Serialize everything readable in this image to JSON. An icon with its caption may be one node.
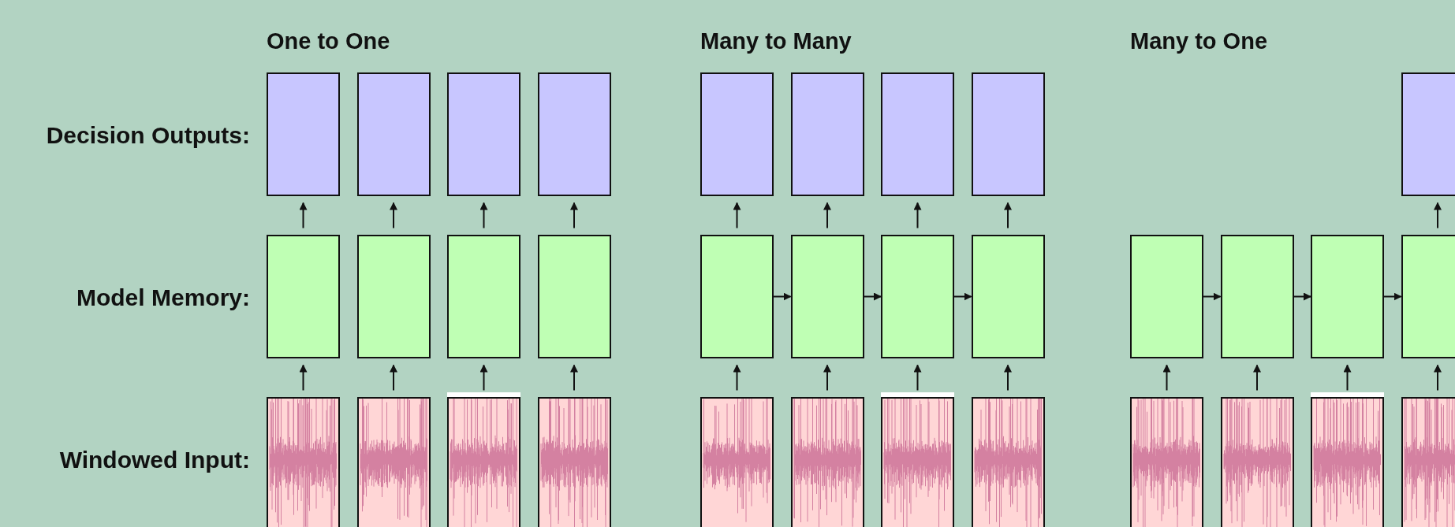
{
  "diagram": {
    "nodes": [
      {
        "text": [],
        "shape": "box"
      },
      {
        "text": [],
        "shape": "box"
      },
      {
        "text": [],
        "shape": "box"
      },
      {
        "text": [],
        "shape": "box"
      },
      {
        "text": [],
        "shape": "box"
      },
      {
        "text": [],
        "shape": "box"
      },
      {
        "text": [],
        "shape": "box"
      },
      {
        "text": [],
        "shape": "box"
      },
      {
        "text": [],
        "shape": "box"
      },
      {
        "text": [],
        "shape": "box"
      },
      {
        "text": [],
        "shape": "box"
      },
      {
        "text": [],
        "shape": "box"
      },
      {
        "text": [],
        "shape": "box"
      },
      {
        "text": [],
        "shape": "box"
      },
      {
        "text": [],
        "shape": "box"
      },
      {
        "text": [],
        "shape": "box"
      },
      {
        "text": [],
        "shape": "box"
      },
      {
        "text": [],
        "shape": "box"
      },
      {
        "text": [],
        "shape": "box"
      },
      {
        "text": [],
        "shape": "box"
      },
      {
        "text": [],
        "shape": "box"
      },
      {
        "text": [],
        "shape": "box"
      },
      {
        "text": [],
        "shape": "box"
      },
      {
        "text": [],
        "shape": "box"
      },
      {
        "text": [],
        "shape": "box"
      },
      {
        "text": [],
        "shape": "box"
      },
      {
        "text": [],
        "shape": "box"
      },
      {
        "text": [],
        "shape": "box"
      },
      {
        "text": [],
        "shape": "box"
      },
      {
        "text": [],
        "shape": "box"
      },
      {
        "text": [],
        "shape": "box"
      },
      {
        "text": [],
        "shape": "box"
      },
      {
        "text": [],
        "shape": "box"
      }
    ],
    "edges": [
      {
        "from": 8,
        "to": 4,
        "arrow": "to"
      },
      {
        "from": 9,
        "to": 5,
        "arrow": "to"
      },
      {
        "from": 10,
        "to": 6,
        "arrow": "to"
      },
      {
        "from": 11,
        "to": 7,
        "arrow": "to"
      },
      {
        "from": 4,
        "to": 0,
        "arrow": "to"
      },
      {
        "from": 5,
        "to": 1,
        "arrow": "to"
      },
      {
        "from": 6,
        "to": 2,
        "arrow": "to"
      },
      {
        "from": 7,
        "to": 3,
        "arrow": "to"
      },
      {
        "from": 20,
        "to": 16,
        "arrow": "to"
      },
      {
        "from": 21,
        "to": 17,
        "arrow": "to"
      },
      {
        "from": 22,
        "to": 18,
        "arrow": "to"
      },
      {
        "from": 23,
        "to": 19,
        "arrow": "to"
      },
      {
        "from": 16,
        "to": 12,
        "arrow": "to"
      },
      {
        "from": 17,
        "to": 13,
        "arrow": "to"
      },
      {
        "from": 18,
        "to": 14,
        "arrow": "to"
      },
      {
        "from": 19,
        "to": 15,
        "arrow": "to"
      },
      {
        "from": 16,
        "to": 17,
        "arrow": "to"
      },
      {
        "from": 17,
        "to": 18,
        "arrow": "to"
      },
      {
        "from": 18,
        "to": 19,
        "arrow": "to"
      },
      {
        "from": 29,
        "to": 25,
        "arrow": "to"
      },
      {
        "from": 30,
        "to": 26,
        "arrow": "to"
      },
      {
        "from": 31,
        "to": 27,
        "arrow": "to"
      },
      {
        "from": 32,
        "to": 28,
        "arrow": "to"
      },
      {
        "from": 25,
        "to": 26,
        "arrow": "to"
      },
      {
        "from": 26,
        "to": 27,
        "arrow": "to"
      },
      {
        "from": 27,
        "to": 28,
        "arrow": "to"
      },
      {
        "from": 28,
        "to": 24,
        "arrow": "to"
      }
    ],
    "labels": [
      "One to One",
      "Many to Many",
      "Many to One",
      "Decision Outputs:",
      "Model Memory:",
      "Windowed Input:"
    ]
  }
}
